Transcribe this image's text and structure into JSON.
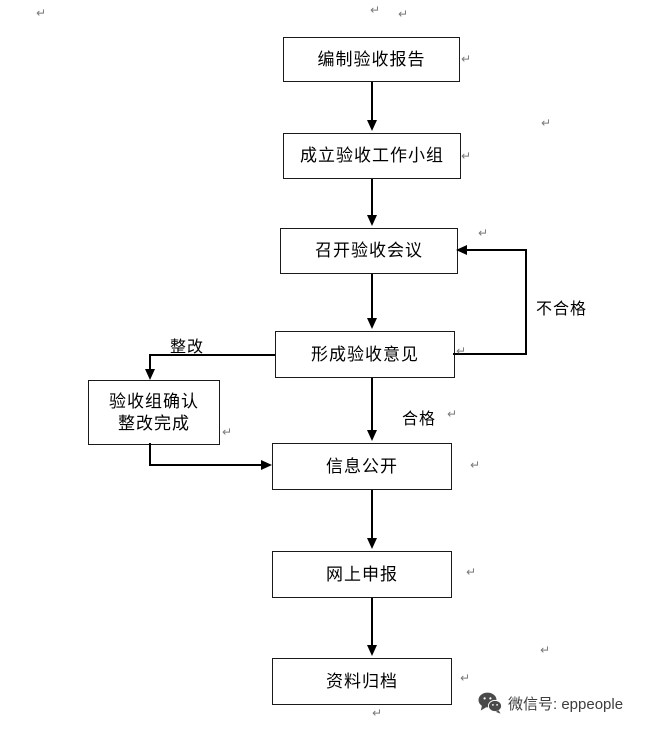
{
  "flowchart": {
    "nodes": {
      "prepare_report": "编制验收报告",
      "form_team": "成立验收工作小组",
      "hold_meeting": "召开验收会议",
      "form_opinion": "形成验收意见",
      "confirm_rectify_line1": "验收组确认",
      "confirm_rectify_line2": "整改完成",
      "info_disclosure": "信息公开",
      "online_declare": "网上申报",
      "archive": "资料归档"
    },
    "edge_labels": {
      "fail": "不合格",
      "pass": "合格",
      "rectify": "整改"
    }
  },
  "footer": {
    "wechat_label": "微信号: eppeople"
  },
  "decor": {
    "paragraph_mark": "↵"
  },
  "colors": {
    "line": "#000000",
    "box_border": "#1a1a1a",
    "paragraph_mark": "#7a7a7a",
    "footer_text": "#3d3d3d"
  }
}
